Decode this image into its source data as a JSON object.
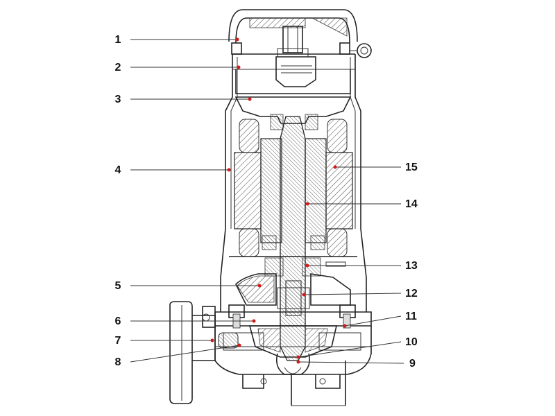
{
  "colors": {
    "marker": "#d11a1a",
    "line": "#222222",
    "hatch": "#444444",
    "background": "#ffffff"
  },
  "callouts": [
    {
      "num": "1"
    },
    {
      "num": "2"
    },
    {
      "num": "3"
    },
    {
      "num": "4"
    },
    {
      "num": "5"
    },
    {
      "num": "6"
    },
    {
      "num": "7"
    },
    {
      "num": "8"
    },
    {
      "num": "9"
    },
    {
      "num": "10"
    },
    {
      "num": "11"
    },
    {
      "num": "12"
    },
    {
      "num": "13"
    },
    {
      "num": "14"
    },
    {
      "num": "15"
    }
  ]
}
